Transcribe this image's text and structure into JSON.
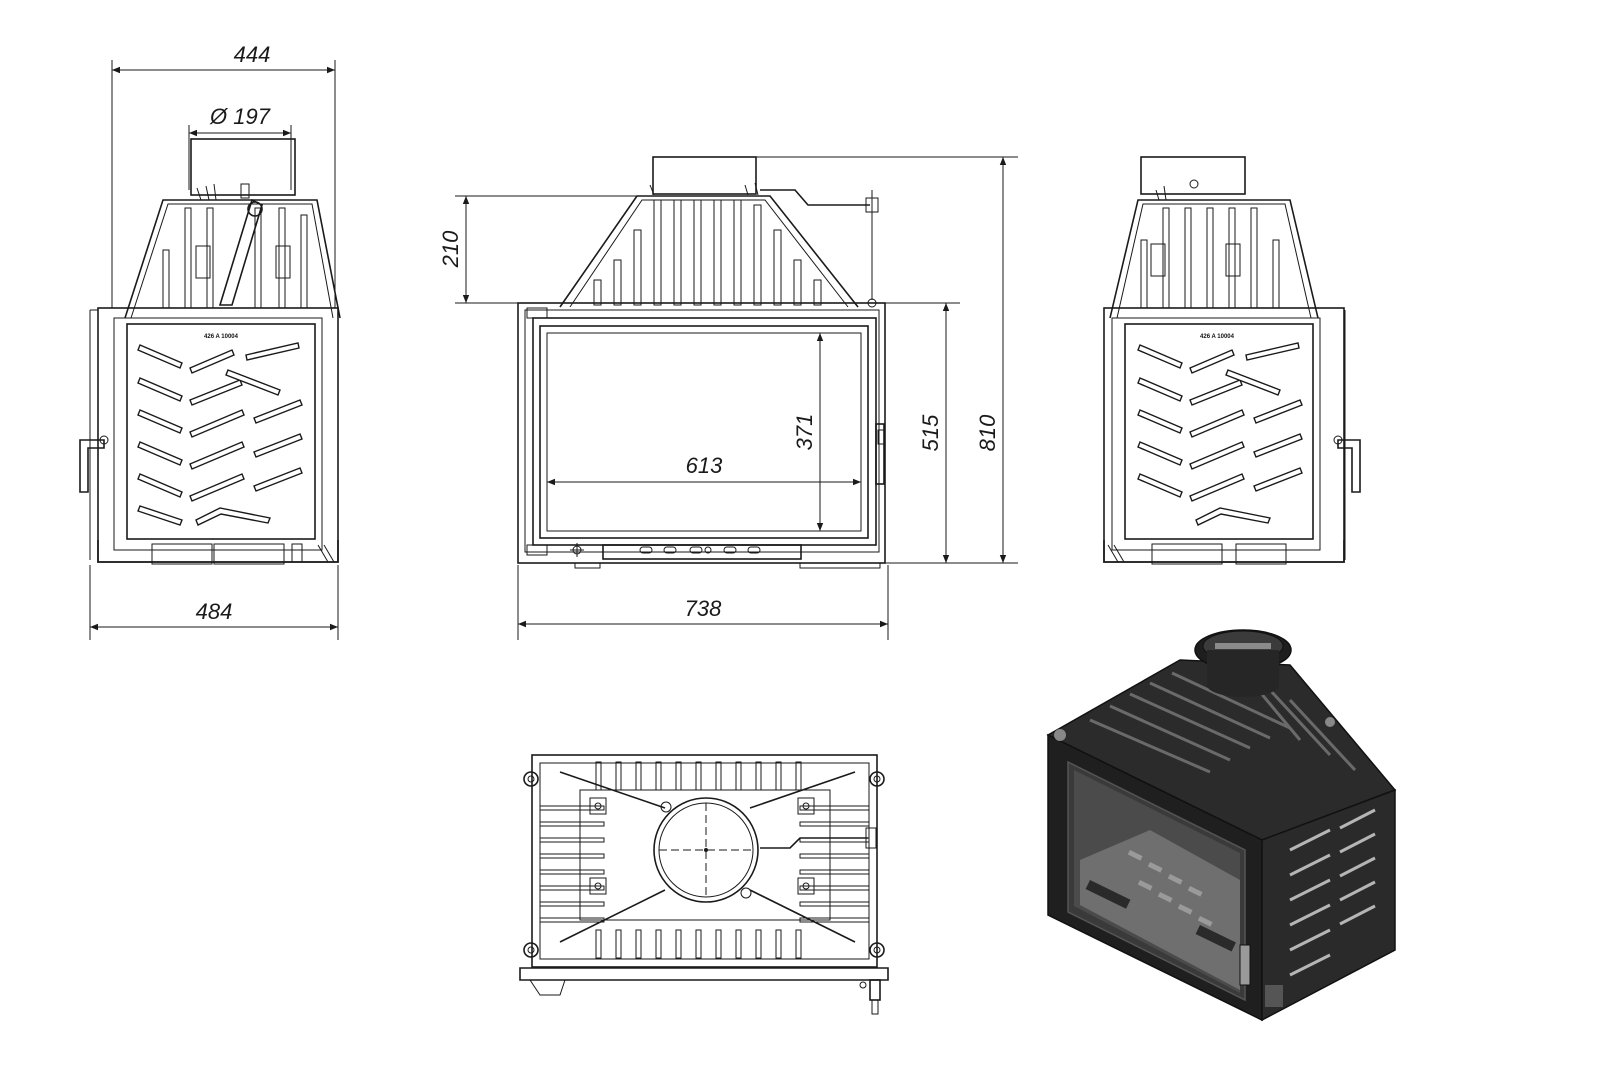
{
  "diagram": {
    "dimensions": {
      "top_width": "444",
      "flue_diameter": "Ø 197",
      "side_depth": "484",
      "front_width": "738",
      "glass_width": "613",
      "glass_height": "371",
      "hood_height": "210",
      "door_height": "515",
      "total_height": "810"
    },
    "plate_label": "426 A 10004"
  }
}
